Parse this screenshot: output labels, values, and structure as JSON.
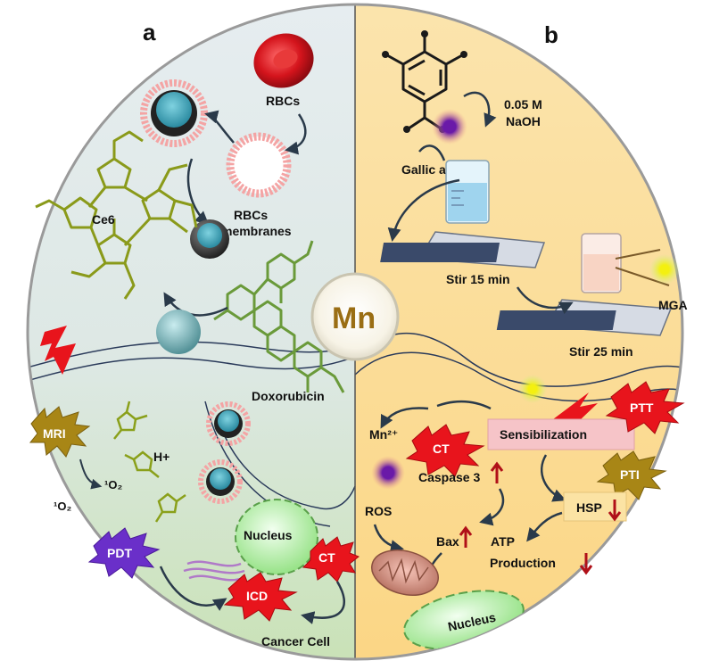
{
  "panels": {
    "a": "a",
    "b": "b"
  },
  "center": {
    "label": "Mn"
  },
  "left": {
    "rbcs": "RBCs",
    "rbcs_membranes_1": "RBCs",
    "rbcs_membranes_2": "membranes",
    "ce6": "Ce6",
    "doxorubicin": "Doxorubicin",
    "mri": "MRI",
    "h_plus": "H+",
    "singlet_o2_a": "¹O₂",
    "singlet_o2_b": "¹O₂",
    "pdt": "PDT",
    "nucleus": "Nucleus",
    "ct": "CT",
    "icd": "ICD",
    "cancer_cell": "Cancer Cell"
  },
  "right": {
    "naoh_1": "0.05 M",
    "naoh_2": "NaOH",
    "gallic_acid": "Gallic acid",
    "stir15": "Stir 15 min",
    "stir25": "Stir 25 min",
    "mga": "MGA",
    "mn2": "Mn²⁺",
    "ct": "CT",
    "sensibilization": "Sensibilization",
    "ptt": "PTT",
    "pti": "PTI",
    "caspase": "Caspase 3",
    "hsp": "HSP",
    "ros": "ROS",
    "bax": "Bax",
    "atp_1": "ATP",
    "atp_2": "Production",
    "nucleus": "Nucleus"
  },
  "colors": {
    "left_bg": "#dfe9ec",
    "left_bg_bottom": "#d3e6c4",
    "right_bg": "#fbdc9c",
    "right_bg_bottom": "#fcd88a",
    "star_red": "#e8141c",
    "star_gold": "#a88616",
    "star_purple": "#6a2fc9",
    "sensibilization_box": "#f6c4c8",
    "hsp_box": "#fbe3a4",
    "ce6_green": "#8a9a1a",
    "dox_green": "#6a9a3a",
    "mn_text": "#9a6e14"
  }
}
